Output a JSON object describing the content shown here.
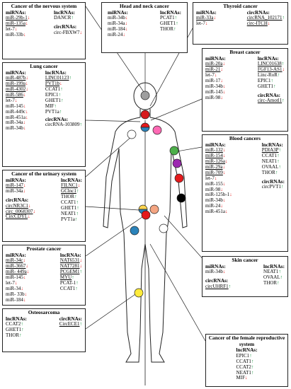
{
  "nervous": {
    "title": "Cancer of the nervous system",
    "mirnas": {
      "header": "miRNAs:",
      "items": [
        {
          "name": "miR-29b-1",
          "dir": "down",
          "u": true
        },
        {
          "name": "miR-135a",
          "dir": "down",
          "u": true
        },
        {
          "name": "let-7",
          "dir": "down",
          "u": false
        },
        {
          "name": "miR-33b",
          "dir": "down",
          "u": false
        }
      ]
    },
    "lnc": {
      "header": "lncRNAs:",
      "items": [
        {
          "name": "DANCR",
          "dir": "up",
          "u": false
        }
      ]
    },
    "circ": {
      "header": "circRNAs:",
      "items": [
        {
          "name": "circ-FBXW7",
          "dir": "down",
          "u": false
        }
      ]
    }
  },
  "headneck": {
    "title": "Head and neck cancer",
    "mirnas": {
      "header": "miRNAs:",
      "items": [
        {
          "name": "miR-34b",
          "dir": "down",
          "u": false
        },
        {
          "name": "miR-34a",
          "dir": "down",
          "u": false
        },
        {
          "name": "miR-184",
          "dir": "down",
          "u": false
        },
        {
          "name": "miR-24",
          "dir": "down",
          "u": false
        }
      ]
    },
    "lnc": {
      "header": "lncRNAs:",
      "items": [
        {
          "name": "PCAT1",
          "dir": "up",
          "u": false
        },
        {
          "name": "GHET1",
          "dir": "up",
          "u": false
        },
        {
          "name": "THOR",
          "dir": "up",
          "u": false
        }
      ]
    }
  },
  "thyroid": {
    "title": "Thyroid cancer",
    "mirnas": {
      "header": "miRNAs:",
      "items": [
        {
          "name": "miR-33a",
          "dir": "down",
          "u": true
        },
        {
          "name": "let-7",
          "dir": "down",
          "u": false
        }
      ]
    },
    "circ": {
      "header": "circRNAs:",
      "items": [
        {
          "name": "circRNA_102171",
          "dir": "up",
          "u": true
        },
        {
          "name": "circ-ITCH",
          "dir": "down",
          "u": true
        }
      ]
    }
  },
  "lung": {
    "title": "Lung cancer",
    "mirnas": {
      "header": "miRNAs:",
      "items": [
        {
          "name": "miR-487b",
          "dir": "down",
          "u": true
        },
        {
          "name": "miR-199a",
          "dir": "down",
          "u": true
        },
        {
          "name": "miR-4302",
          "dir": "down",
          "u": true
        },
        {
          "name": "miR-586",
          "dir": "down",
          "u": true
        },
        {
          "name": "let-7",
          "dir": "down",
          "u": false
        },
        {
          "name": "miR-145",
          "dir": "down",
          "u": false
        },
        {
          "name": "miR-449c",
          "dir": "down",
          "u": false
        },
        {
          "name": "miR-451a",
          "dir": "down",
          "u": false
        },
        {
          "name": "miR-34a",
          "dir": "down",
          "u": false
        },
        {
          "name": "miR-34b",
          "dir": "down",
          "u": false
        }
      ]
    },
    "lnc": {
      "header": "lncRNAs:",
      "items": [
        {
          "name": "LINC01123",
          "dir": "up",
          "u": true
        },
        {
          "name": "PVT1b",
          "dir": "down",
          "u": true
        },
        {
          "name": "CCAT1",
          "dir": "up",
          "u": false
        },
        {
          "name": "EPIC1",
          "dir": "up",
          "u": false
        },
        {
          "name": "GHET1",
          "dir": "up",
          "u": false
        },
        {
          "name": "MIF",
          "dir": "up",
          "u": false
        },
        {
          "name": "PVT1a",
          "dir": "up",
          "u": false
        }
      ]
    },
    "circ": {
      "header": "circRNAs:",
      "items": [
        {
          "name": "circRNA-103809",
          "dir": "up",
          "u": false
        }
      ]
    }
  },
  "breast": {
    "title": "Breast cancer",
    "mirnas": {
      "header": "miRNAs:",
      "items": [
        {
          "name": "miR-20a",
          "dir": "down",
          "u": true
        },
        {
          "name": "miR-21",
          "dir": "down",
          "u": true
        },
        {
          "name": "let-7",
          "dir": "down",
          "u": false
        },
        {
          "name": "miR-17",
          "dir": "down",
          "u": false
        },
        {
          "name": "miR-34b",
          "dir": "down",
          "u": false
        },
        {
          "name": "miR-145",
          "dir": "down",
          "u": false
        },
        {
          "name": "miR-98",
          "dir": "down",
          "u": false
        }
      ]
    },
    "lnc": {
      "header": "lncRNAs:",
      "items": [
        {
          "name": "LINC01638",
          "dir": "up",
          "u": true
        },
        {
          "name": "FGF13-AS1",
          "dir": "down",
          "u": true
        },
        {
          "name": "Linc-RoR",
          "dir": "up",
          "u": false
        },
        {
          "name": "EPIC1",
          "dir": "up",
          "u": false
        },
        {
          "name": "GHET1",
          "dir": "up",
          "u": false
        }
      ]
    },
    "circ": {
      "header": "circRNAs:",
      "items": [
        {
          "name": "circ-Amotl1",
          "dir": "up",
          "u": true
        }
      ]
    }
  },
  "urinary": {
    "title": "Cancer of the urinary system",
    "mirnas": {
      "header": "miRNAs:",
      "items": [
        {
          "name": "miR-147",
          "dir": "down",
          "u": true
        },
        {
          "name": "miR-34a",
          "dir": "down",
          "u": false
        }
      ]
    },
    "lnc": {
      "header": "lncRNAs:",
      "items": [
        {
          "name": "FILNC1",
          "dir": "down",
          "u": true
        },
        {
          "name": "GClnc1",
          "dir": "up",
          "u": true
        },
        {
          "name": "THOR",
          "dir": "up",
          "u": false
        },
        {
          "name": "CCAT1",
          "dir": "up",
          "u": false
        },
        {
          "name": "GHET1",
          "dir": "up",
          "u": false
        },
        {
          "name": "NEAT1",
          "dir": "up",
          "u": false
        },
        {
          "name": "PVT1a",
          "dir": "up",
          "u": false
        }
      ]
    },
    "circ": {
      "header": "circRNAs:",
      "items": [
        {
          "name": "circNR3C1",
          "dir": "down",
          "u": true
        },
        {
          "name": "circ_0068307",
          "dir": "down",
          "u": true
        },
        {
          "name": "CircCDYL",
          "dir": "down",
          "u": true
        }
      ]
    }
  },
  "blood": {
    "title": "Blood cancers",
    "mirnas": {
      "header": "miRNAs:",
      "items": [
        {
          "name": "miR-132",
          "dir": "down",
          "u": true
        },
        {
          "name": "miR-154",
          "dir": "down",
          "u": true
        },
        {
          "name": "miR-126a",
          "dir": "down",
          "u": true
        },
        {
          "name": "miR-29a",
          "dir": "down",
          "u": true
        },
        {
          "name": "miR-709",
          "dir": "down",
          "u": true
        },
        {
          "name": "let-7",
          "dir": "down",
          "u": false
        },
        {
          "name": "miR-155",
          "dir": "down",
          "u": false
        },
        {
          "name": "miR-98",
          "dir": "down",
          "u": false
        },
        {
          "name": "miR-125b-1",
          "dir": "down",
          "u": false
        },
        {
          "name": "miR-34b",
          "dir": "down",
          "u": false
        },
        {
          "name": "miR-24",
          "dir": "down",
          "u": false
        },
        {
          "name": "miR-451a",
          "dir": "down",
          "u": false
        }
      ]
    },
    "lnc": {
      "header": "lncRNAs:",
      "items": [
        {
          "name": "PDIA3P",
          "dir": "up",
          "u": true
        },
        {
          "name": "CCAT1",
          "dir": "up",
          "u": false
        },
        {
          "name": "NEAT1",
          "dir": "up",
          "u": false
        },
        {
          "name": "OVAAL",
          "dir": "up",
          "u": false
        },
        {
          "name": "THOR",
          "dir": "up",
          "u": false
        }
      ]
    },
    "circ": {
      "header": "circRNAs:",
      "items": [
        {
          "name": "circPVT1",
          "dir": "up",
          "u": false
        }
      ]
    }
  },
  "prostate": {
    "title": "Prostate cancer",
    "mirnas": {
      "header": "miRNAs:",
      "items": [
        {
          "name": "miR-34c",
          "dir": "down",
          "u": true
        },
        {
          "name": "miR-3667",
          "dir": "down",
          "u": true
        },
        {
          "name": "miR- 449a",
          "dir": "down",
          "u": true
        },
        {
          "name": "miR-145",
          "dir": "down",
          "u": false
        },
        {
          "name": "let-7",
          "dir": "down",
          "u": false
        },
        {
          "name": "miR-34",
          "dir": "down",
          "u": false
        },
        {
          "name": "miR- 33b",
          "dir": "down",
          "u": false
        },
        {
          "name": "miR-184",
          "dir": "down",
          "u": false
        }
      ]
    },
    "lnc": {
      "header": "lncRNAs:",
      "items": [
        {
          "name": "NAT6531",
          "dir": "down",
          "u": true
        },
        {
          "name": "NAT7281",
          "dir": "down",
          "u": true
        },
        {
          "name": "PCGEM1",
          "dir": "up",
          "u": true
        },
        {
          "name": "MYU",
          "dir": "up",
          "u": true
        },
        {
          "name": "PCAT-1",
          "dir": "up",
          "u": false
        },
        {
          "name": "CCAT1",
          "dir": "up",
          "u": false
        }
      ]
    }
  },
  "skin": {
    "title": "Skin cancer",
    "mirnas": {
      "header": "miRNAs:",
      "items": [
        {
          "name": "miR-34b",
          "dir": "down",
          "u": false
        }
      ]
    },
    "lnc": {
      "header": "lncRNAs:",
      "items": [
        {
          "name": "NEAT1",
          "dir": "up",
          "u": false
        },
        {
          "name": "OVAAL",
          "dir": "up",
          "u": false
        },
        {
          "name": "THOR",
          "dir": "up",
          "u": false
        }
      ]
    },
    "circ": {
      "header": "circRNAs:",
      "items": [
        {
          "name": "circUHRF1",
          "dir": "up",
          "u": true
        }
      ]
    }
  },
  "osteo": {
    "title": "Osteosarcoma",
    "lnc": {
      "header": "lncRNAs:",
      "items": [
        {
          "name": "CCAT2",
          "dir": "up",
          "u": false
        },
        {
          "name": "GHET1",
          "dir": "up",
          "u": false
        },
        {
          "name": "THOR",
          "dir": "up",
          "u": false
        }
      ]
    },
    "circ": {
      "header": "circRNAs:",
      "items": [
        {
          "name": "CircECE1",
          "dir": "up",
          "u": true
        }
      ]
    }
  },
  "female": {
    "title": "Cancer of the female reproductive system",
    "lnc": {
      "header": "lncRNAs:",
      "items": [
        {
          "name": "EPIC1",
          "dir": "up",
          "u": false
        },
        {
          "name": "CCAT1",
          "dir": "up",
          "u": false
        },
        {
          "name": "CCAT2",
          "dir": "up",
          "u": false
        },
        {
          "name": "NEAT1",
          "dir": "up",
          "u": false
        },
        {
          "name": "MIF",
          "dir": "down",
          "u": false
        }
      ]
    }
  },
  "arrows": {
    "up": "↑",
    "down": "↓"
  },
  "colors": {
    "up": "#1a9641",
    "down": "#e41a1c",
    "line": "#222222",
    "marker_head": "#9e9e9e",
    "marker_neck": "#d7191c",
    "marker_nervous": "#ffffff",
    "marker_lung_a": "#e41a1c",
    "marker_lung_b": "#2b83ba",
    "marker_breast": "#ff69b4",
    "marker_blood_green": "#4daf4a",
    "marker_blood_purple": "#9c27b0",
    "marker_blood_red": "#e41a1c",
    "marker_blood_black": "#000000",
    "marker_urinary": "#2b83ba",
    "marker_urinary_yellow": "#ffd54f",
    "marker_prostate": "#f4a582",
    "marker_female": "#e41a1c",
    "marker_skin": "#ffffff",
    "marker_osteo": "#ffeb3b"
  }
}
